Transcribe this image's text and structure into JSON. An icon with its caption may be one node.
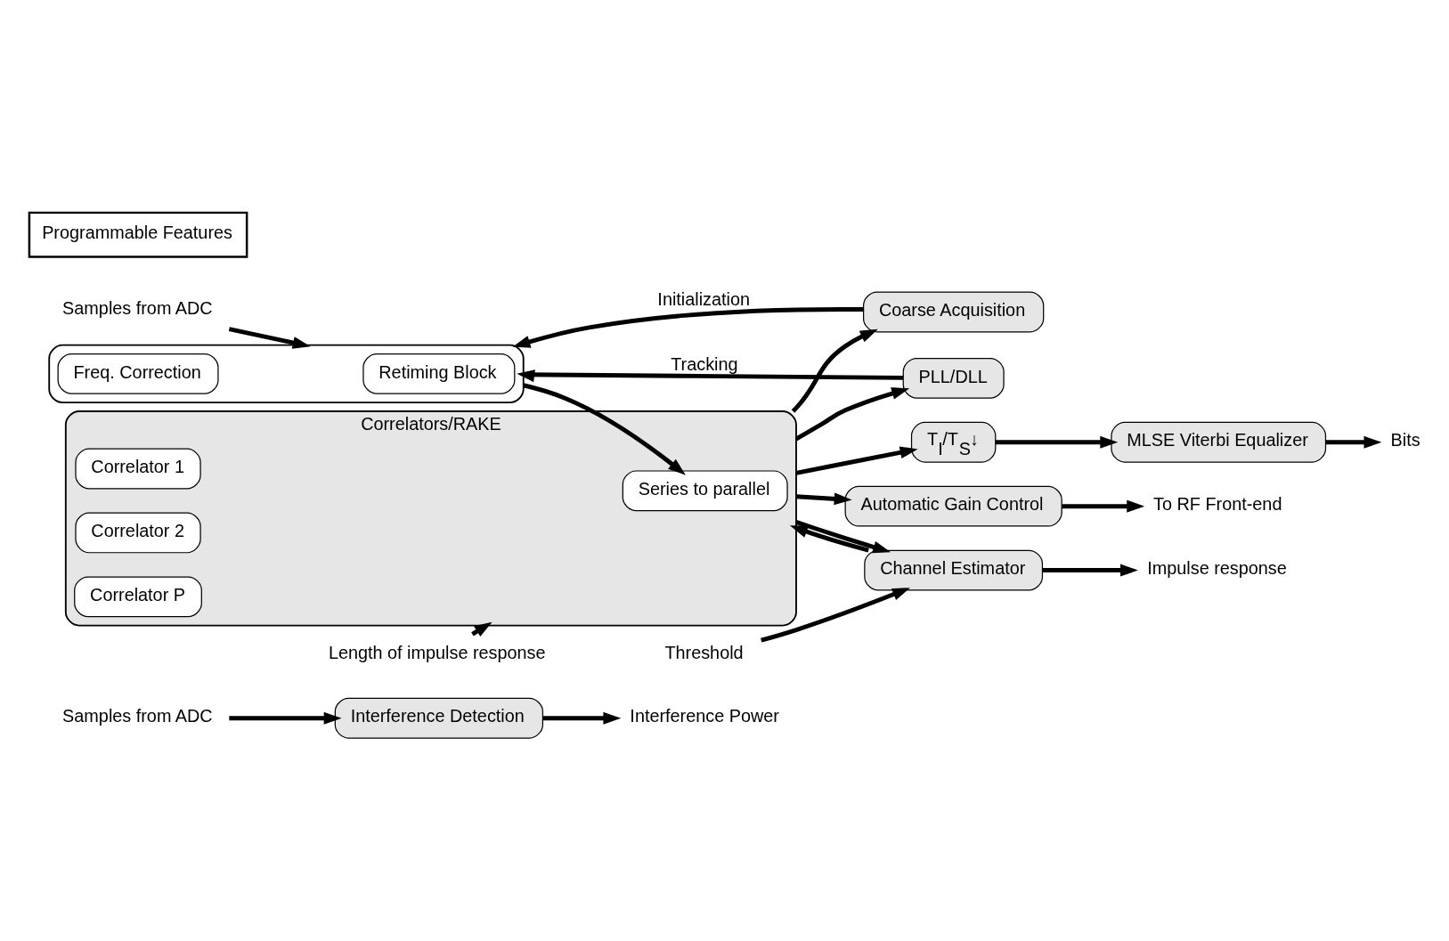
{
  "diagram": {
    "nodes": [
      {
        "text": [
          "Interference Detection"
        ]
      },
      {
        "text": [],
        "shape": "box"
      },
      {
        "text": [
          "Retiming Block"
        ],
        "in": 1
      },
      {
        "text": [
          "Freq. Correction"
        ],
        "in": 1
      },
      {
        "text": [
          "Correlators/RAKE"
        ]
      },
      {
        "text": [
          "Series to parallel"
        ],
        "in": 4
      },
      {
        "text": [
          "Correlator 1"
        ],
        "in": 4
      },
      {
        "text": [
          "Correlator 2"
        ],
        "in": 4
      },
      {
        "text": [
          "Correlator P"
        ],
        "in": 4
      },
      {
        "text": [
          "Coarse Acquisition"
        ]
      },
      {
        "text": [
          "Channel Estimator"
        ]
      },
      {
        "text": [
          "T$_{I}$/T$_{S}$↓"
        ]
      },
      {
        "text": [
          "MLSE Viterbi Equalizer"
        ]
      },
      {
        "text": [
          "Automatic Gain Control"
        ]
      },
      {
        "text": [
          "PLL/DLL"
        ]
      },
      {
        "text": [
          "Samples from ADC"
        ]
      },
      {
        "text": [
          "Interference Power"
        ]
      },
      {
        "text": [
          "Samples from ADC"
        ]
      },
      {
        "text": [
          "Threshold"
        ]
      },
      {
        "text": [
          "Impulse response"
        ]
      },
      {
        "text": [
          "Bits"
        ]
      },
      {
        "text": [
          "To RF Front-end"
        ]
      },
      {
        "text": [
          "Length of impulse response"
        ]
      }
    ],
    "edges": [
      {
        "from": 15,
        "to": 0,
        "arrow": "to"
      },
      {
        "from": 0,
        "to": 16,
        "arrow": "to"
      },
      {
        "from": 17,
        "to": 1,
        "arrow": "to"
      },
      {
        "from": 1,
        "to": 5,
        "arrow": "to"
      },
      {
        "from": 4,
        "to": 9,
        "arrow": "to"
      },
      {
        "from": 4,
        "to": 10,
        "arrow": "to"
      },
      {
        "from": 10,
        "to": 4,
        "arrow": "to"
      },
      {
        "from": 4,
        "to": 11,
        "arrow": "to"
      },
      {
        "from": 11,
        "to": 12,
        "arrow": "to"
      },
      {
        "from": 12,
        "to": 20,
        "arrow": "to"
      },
      {
        "from": 4,
        "to": 13,
        "arrow": "to"
      },
      {
        "from": 13,
        "to": 21,
        "arrow": "to"
      },
      {
        "from": 4,
        "to": 14,
        "arrow": "to"
      },
      {
        "from": 18,
        "to": 10,
        "arrow": "to"
      },
      {
        "from": 10,
        "to": 19,
        "arrow": "to"
      },
      {
        "from": 9,
        "to": 1,
        "arrow": "to",
        "label": "Initialization"
      },
      {
        "from": 14,
        "to": 1,
        "arrow": "to",
        "label": "Tracking"
      },
      {
        "from": 22,
        "to": 4,
        "arrow": "to"
      }
    ],
    "legend": [
      {
        "text": "Programmable Features"
      }
    ]
  }
}
